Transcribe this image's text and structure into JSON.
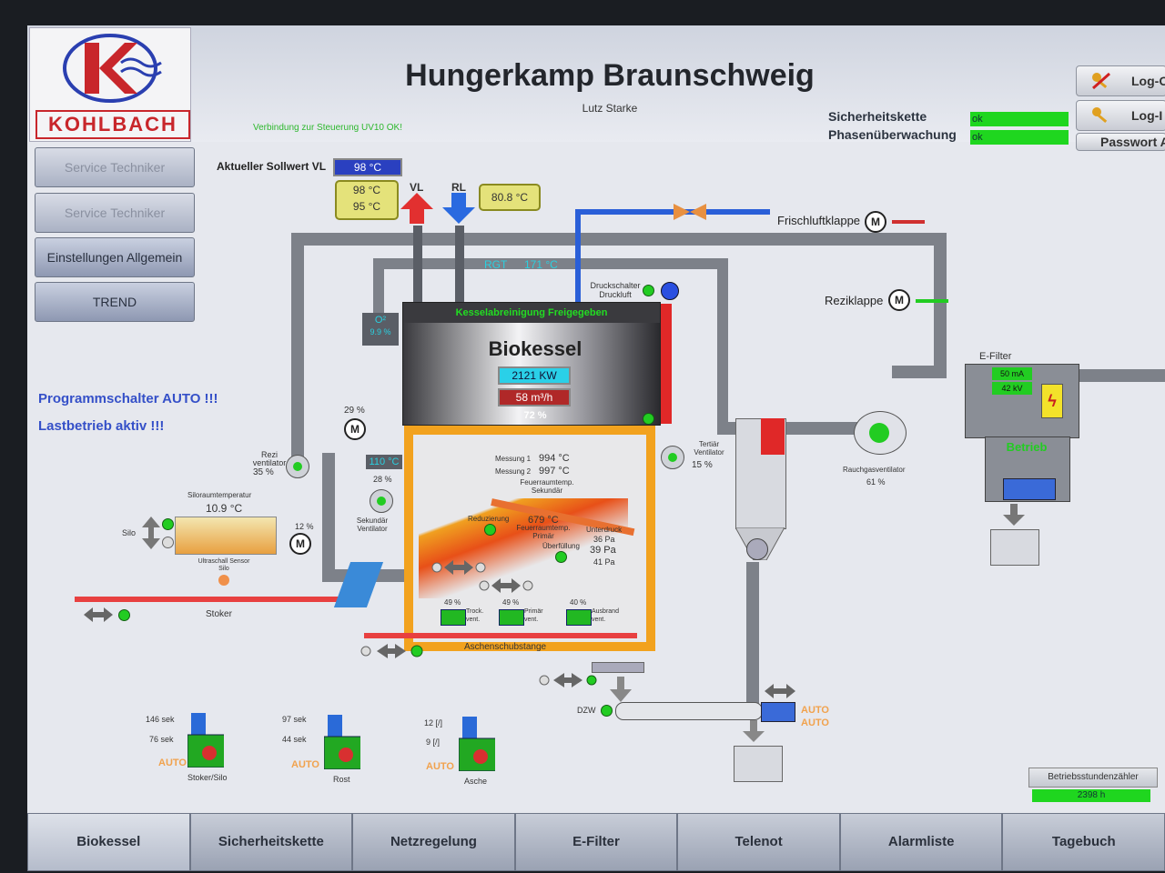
{
  "header": {
    "logo_text": "KOHLBACH",
    "title": "Hungerkamp Braunschweig",
    "subtitle": "Lutz Starke",
    "connection": "Verbindung zur Steuerung UV10 OK!",
    "status": [
      {
        "label": "Sicherheitskette",
        "value": "ok"
      },
      {
        "label": "Phasenüberwachung",
        "value": "ok"
      }
    ],
    "buttons": {
      "logout": "Log-O",
      "login": "Log-I",
      "password": "Passwort A"
    }
  },
  "sidebar": {
    "items": [
      {
        "label": "Service Techniker",
        "state": "dim"
      },
      {
        "label": "Service Techniker",
        "state": "dim"
      },
      {
        "label": "Einstellungen Allgemein",
        "state": "normal"
      },
      {
        "label": "TREND",
        "state": "normal"
      }
    ]
  },
  "messages": {
    "program_switch": "Programmschalter AUTO  !!!",
    "load": "Lastbetrieb aktiv !!!"
  },
  "setpoint": {
    "label": "Aktueller Sollwert VL",
    "value": "98 °C"
  },
  "vl": {
    "label": "VL",
    "actual": "98 °C",
    "target": "95 °C"
  },
  "rl": {
    "label": "RL",
    "value": "80.8 °C"
  },
  "frischluft": "Frischluftklappe",
  "rezi_klappe": "Reziklappe",
  "rgt": {
    "label": "RGT",
    "value": "171 °C"
  },
  "druckschalter": "Druckschalter Druckluft",
  "o2": {
    "label": "O²",
    "value": "9.9 %"
  },
  "boiler": {
    "banner": "Kesselabreinigung Freigegeben",
    "name": "Biokessel",
    "power": "2121 KW",
    "flow": "58 m³/h",
    "load": "72 %"
  },
  "m_valve": "29 %",
  "rezi_ventilator": {
    "label": "Rezi ventilator",
    "value": "35 %",
    "temp": "110 °C"
  },
  "sek_ventilator": {
    "label": "Sekundär Ventilator",
    "value": "28 %"
  },
  "tertiaer": {
    "label": "Tertiär Ventilator",
    "value": "15 %"
  },
  "silo": {
    "label": "Silo",
    "temp_label": "Siloraumtemperatur",
    "temp": "10.9 °C",
    "sensor": "Ultraschall Sensor Silo"
  },
  "m_stoker": "12 %",
  "stoker": "Stoker",
  "furnace": {
    "m1_label": "Messung 1",
    "m1": "994 °C",
    "m2_label": "Messung 2",
    "m2": "997 °C",
    "sek_label": "Feuerraumtemp. Sekundär",
    "reduzierung": "Reduzierung",
    "prim_temp": "679 °C",
    "prim_label": "Feuerraumtemp. Primär",
    "ueberfuellung": "Überfüllung",
    "unterdruck_label": "Unterdruck",
    "unterdruck_set": "36 Pa",
    "unterdruck": "39 Pa",
    "unterdruck_max": "41 Pa",
    "fans": [
      {
        "pct": "49 %",
        "label": "Trock. vent."
      },
      {
        "pct": "49 %",
        "label": "Primär vent."
      },
      {
        "pct": "40 %",
        "label": "Ausbrand vent."
      }
    ],
    "asche": "Aschenschubstange"
  },
  "efilter": {
    "label": "E-Filter",
    "current": "50 mA",
    "voltage": "42 kV",
    "status": "Betrieb"
  },
  "rauchgas": {
    "label": "Rauchgasventilator",
    "value": "61 %"
  },
  "dzw": "DZW",
  "auto": [
    "AUTO",
    "AUTO"
  ],
  "pumps": [
    {
      "t1": "146 sek",
      "t2": "76 sek",
      "mode": "AUTO",
      "name": "Stoker/Silo"
    },
    {
      "t1": "97 sek",
      "t2": "44 sek",
      "mode": "AUTO",
      "name": "Rost"
    },
    {
      "t1": "12 [/]",
      "t2": "9 [/]",
      "mode": "AUTO",
      "name": "Asche"
    }
  ],
  "hours": {
    "label": "Betriebsstundenzähler",
    "value": "2398 h"
  },
  "tabs": [
    "Biokessel",
    "Sicherheitskette",
    "Netzregelung",
    "E-Filter",
    "Telenot",
    "Alarmliste",
    "Tagebuch"
  ],
  "colors": {
    "ok_green": "#1fd61f",
    "accent_blue": "#3550c8",
    "brick": "#f2a21e",
    "auto": "#f1a24d"
  }
}
